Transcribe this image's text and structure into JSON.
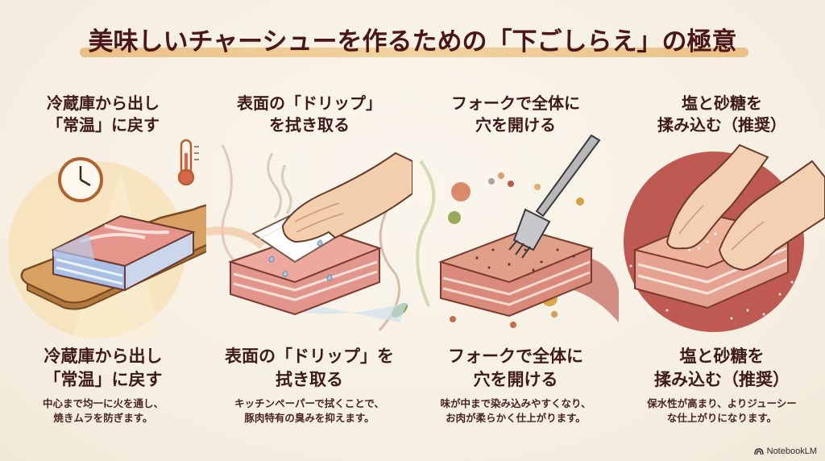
{
  "title": "美味しいチャーシューを作るための「下ごしらえ」の極意",
  "colors": {
    "background": "#f7f1e6",
    "title_text": "#4a1616",
    "title_highlight": "#e9b877",
    "body_text": "#3f1a1a"
  },
  "steps": [
    {
      "top_heading": [
        "冷蔵庫から出し",
        "「常温」に戻す"
      ],
      "bottom_heading": [
        "冷蔵庫から出し",
        "「常温」に戻す"
      ],
      "description": [
        "中心まで均一に火を通し、",
        "焼きムラを防ぎます。"
      ],
      "illustration": [
        "clock-icon",
        "thermometer-icon",
        "cutting-board",
        "pork-block-cold"
      ]
    },
    {
      "top_heading": [
        "表面の「ドリップ」",
        "を拭き取る"
      ],
      "bottom_heading": [
        "表面の「ドリップ」を",
        "拭き取る"
      ],
      "description": [
        "キッチンペーパーで拭くことで、",
        "豚肉特有の臭みを抑えます。"
      ],
      "illustration": [
        "hand-icon",
        "paper-towel",
        "water-drops",
        "pork-block"
      ]
    },
    {
      "top_heading": [
        "フォークで全体に",
        "穴を開ける"
      ],
      "bottom_heading": [
        "フォークで全体に",
        "穴を開ける"
      ],
      "description": [
        "味が中まで染み込みやすくなり、",
        "お肉が柔らかく仕上がります。"
      ],
      "illustration": [
        "fork-icon",
        "flavor-particles",
        "pork-block-pierced"
      ]
    },
    {
      "top_heading": [
        "塩と砂糖を",
        "揉み込む（推奨）"
      ],
      "bottom_heading": [
        "塩と砂糖を",
        "揉み込む（推奨）"
      ],
      "description": [
        "保水性が高まり、よりジューシー",
        "な仕上がりになります。"
      ],
      "illustration": [
        "hands-icon",
        "salt-sugar-grains",
        "pork-block-seasoned"
      ]
    }
  ],
  "brand": {
    "label": "NotebookLM",
    "icon": "notebooklm-logo-icon"
  }
}
